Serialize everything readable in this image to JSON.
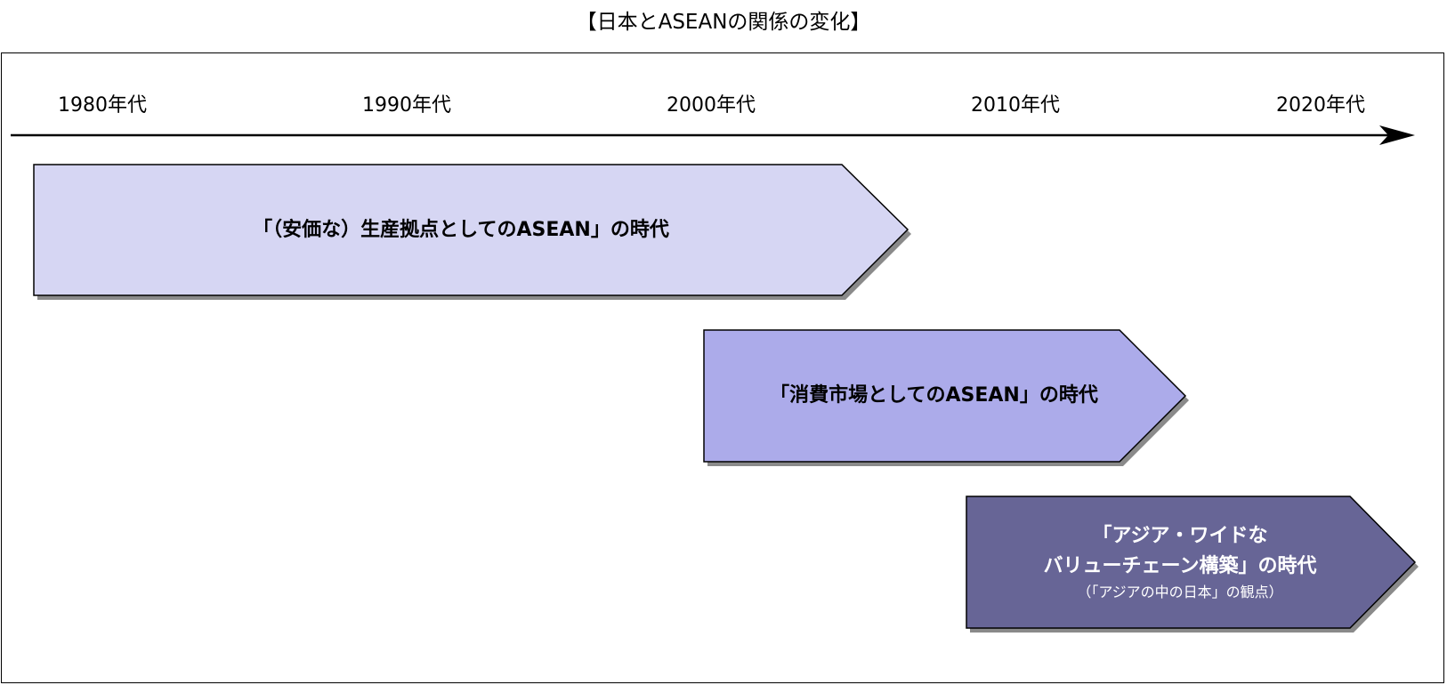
{
  "title": "【日本とASEANの関係の変化】",
  "timeline": {
    "decades": [
      "1980年代",
      "1990年代",
      "2000年代",
      "2010年代",
      "2020年代"
    ]
  },
  "eras": [
    {
      "label": "「（安価な）生産拠点としてのASEAN」の時代",
      "color": "#d6d6f3"
    },
    {
      "label": "「消費市場としてのASEAN」の時代",
      "color": "#acabea"
    },
    {
      "line1": "「アジア・ワイドな",
      "line2": "バリューチェーン構築」の時代",
      "note": "（「アジアの中の日本」の観点）",
      "color": "#676596"
    }
  ],
  "colors": {
    "line": "#000000",
    "shadow": "#8a8a8a"
  }
}
